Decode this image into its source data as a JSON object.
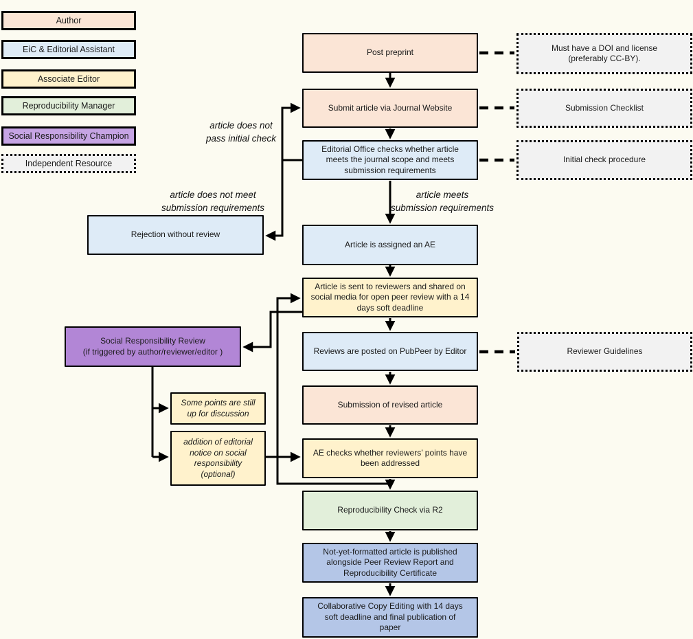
{
  "colors": {
    "background": "#FCFBF1",
    "line": "#000000",
    "peach": "#FBE5D6",
    "light_blue": "#DEEBF7",
    "yellow": "#FFF2CC",
    "green": "#E2EFDA",
    "purple": "#B286D6",
    "purple_legend": "#C6A4E4",
    "gray": "#F2F2F2",
    "medium_blue": "#B4C6E7"
  },
  "legend": {
    "items": [
      {
        "label": "Author"
      },
      {
        "label": "EiC & Editorial Assistant"
      },
      {
        "label": "Associate Editor"
      },
      {
        "label": "Reproducibility Manager"
      },
      {
        "label": "Social Responsibility Champion"
      },
      {
        "label": "Independent Resource"
      }
    ]
  },
  "flow": {
    "nodes": {
      "post_preprint": {
        "label": "Post preprint"
      },
      "submit_article": {
        "label": "Submit article via Journal Website"
      },
      "editorial_check": {
        "label": "Editorial Office checks whether article\nmeets the journal scope and meets\nsubmission requirements"
      },
      "rejection": {
        "label": "Rejection without review"
      },
      "assigned_ae": {
        "label": "Article is assigned an AE"
      },
      "sent_reviewers": {
        "label": "Article is sent to reviewers and shared on\nsocial media for open peer review with a 14\ndays soft deadline"
      },
      "pubpeer": {
        "label": "Reviews are posted on PubPeer by Editor"
      },
      "revised": {
        "label": "Submission of revised article"
      },
      "ae_checks": {
        "label": "AE checks whether reviewers’ points have\nbeen addressed"
      },
      "repro_check": {
        "label": "Reproducibility Check via R2"
      },
      "published": {
        "label": "Not-yet-formatted article is published\nalongside Peer Review Report and\nReproducibility Certificate"
      },
      "copy_edit": {
        "label": "Collaborative Copy Editing with 14 days\nsoft deadline and final publication of\npaper"
      },
      "srr": {
        "label": "Social Responsibility Review\n(if triggered by author/reviewer/editor )"
      },
      "some_points": {
        "label": "Some points are still\nup for discussion"
      },
      "notice": {
        "label": "addition of editorial\nnotice on social\nresponsibility\n(optional)"
      }
    },
    "conditions": {
      "not_pass": "article does not\npass initial check",
      "not_meet": "article does not meet\nsubmission requirements",
      "meets": "article meets\nsubmission requirements"
    }
  },
  "side_notes": {
    "doi": {
      "label": "Must have a DOI and license\n(preferably CC-BY)."
    },
    "checklist": {
      "label": "Submission Checklist"
    },
    "initial_check": {
      "label": "Initial check procedure"
    },
    "reviewer_guidelines": {
      "label": "Reviewer Guidelines"
    }
  }
}
